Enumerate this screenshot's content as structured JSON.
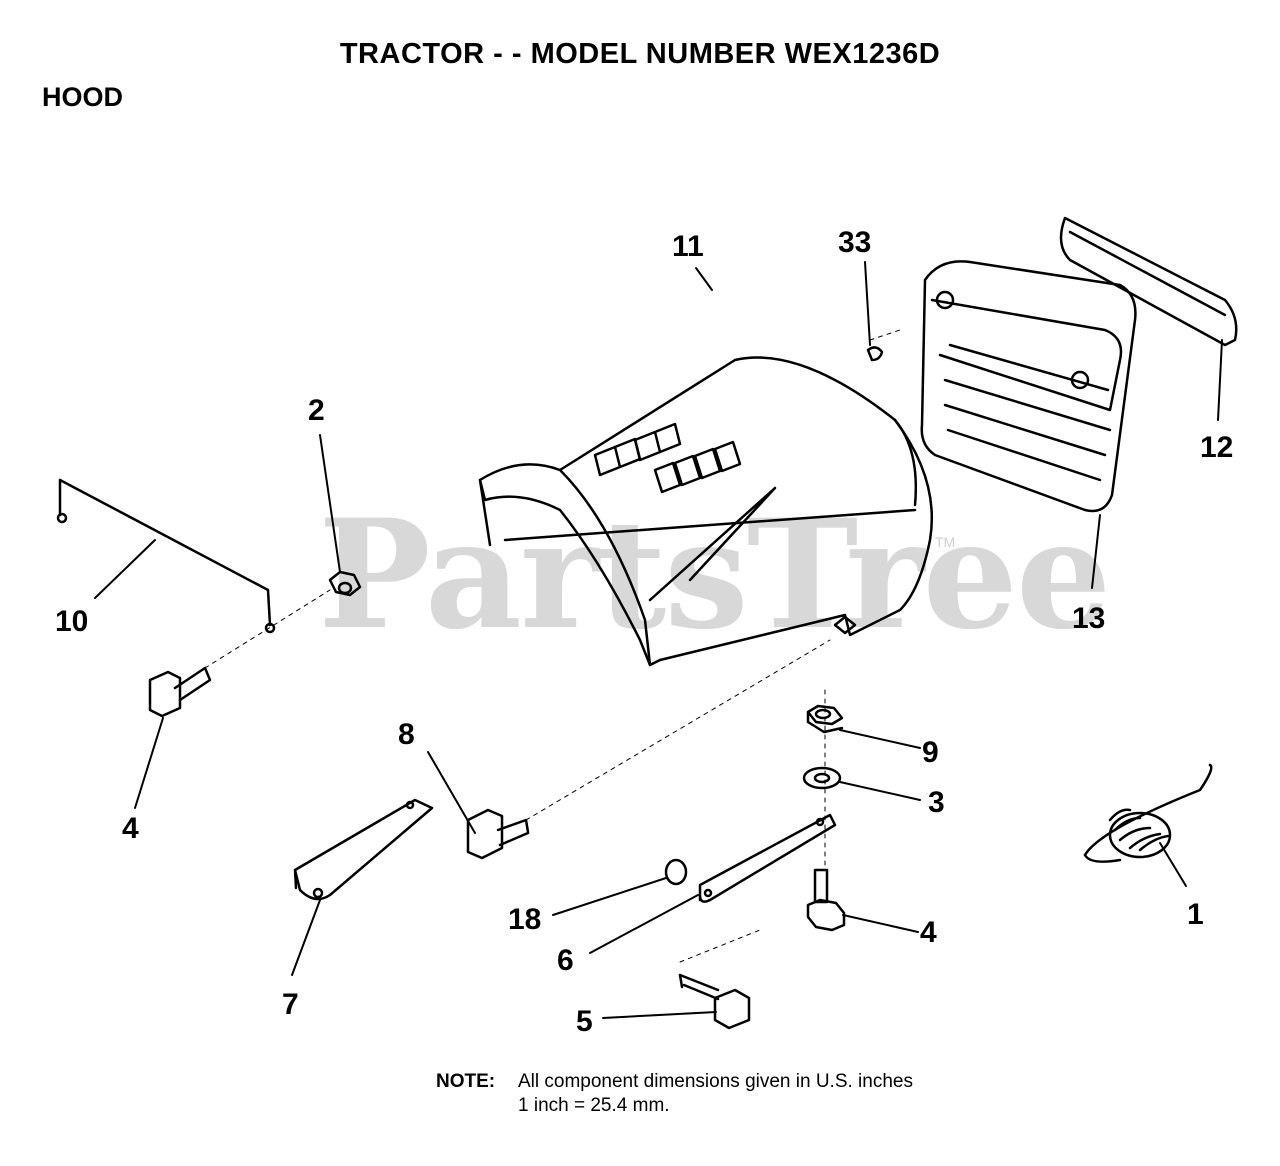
{
  "header": {
    "title": "TRACTOR - - MODEL NUMBER WEX1236D",
    "section": "HOOD"
  },
  "watermark": {
    "text": "PartsTree",
    "tm": "TM"
  },
  "callouts": {
    "c11": "11",
    "c33": "33",
    "c12": "12",
    "c13": "13",
    "c2": "2",
    "c10": "10",
    "c4a": "4",
    "c8": "8",
    "c9": "9",
    "c3": "3",
    "c1": "1",
    "c18": "18",
    "c6": "6",
    "c4b": "4",
    "c7": "7",
    "c5": "5"
  },
  "note": {
    "label": "NOTE:",
    "line1": "All component dimensions given in U.S. inches",
    "line2": "1 inch = 25.4 mm."
  }
}
